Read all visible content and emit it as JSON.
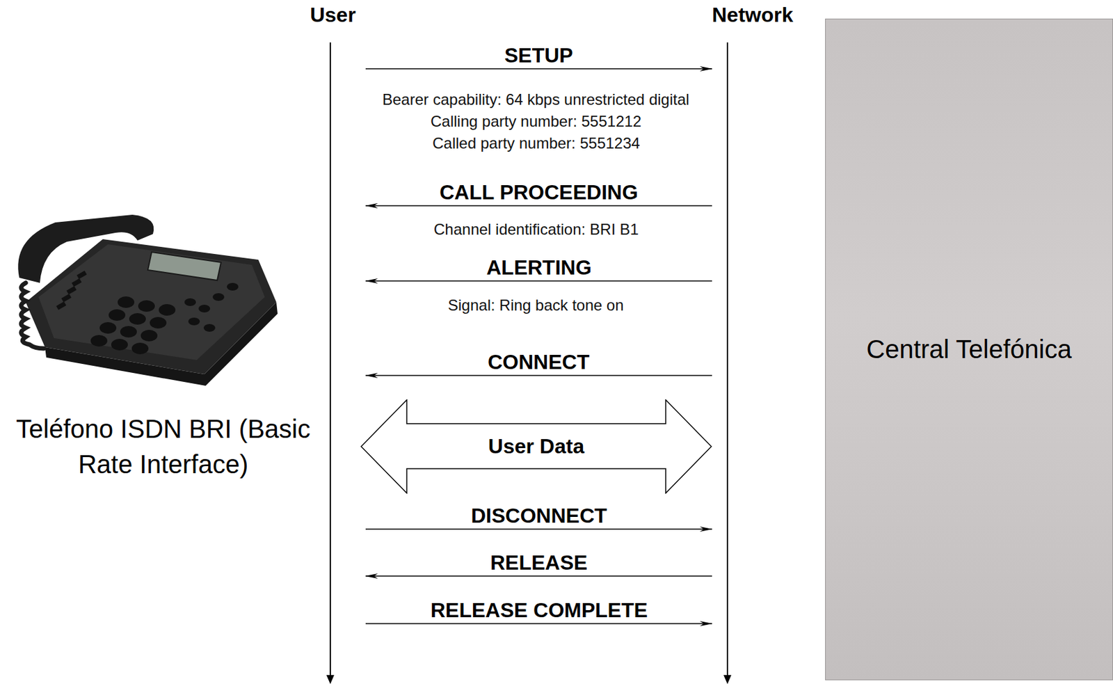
{
  "diagram": {
    "nodes": [
      {
        "text": [
          "User"
        ]
      },
      {
        "text": [
          "Network"
        ]
      },
      {
        "text": [
          "User Data"
        ]
      },
      {
        "text": [
          "Central Telefónica"
        ]
      }
    ],
    "edges": [
      {
        "from": 0,
        "to": 1,
        "label": "SETUP",
        "arrow": "to"
      },
      {
        "from": 1,
        "to": 0,
        "label": "CALL PROCEEDING",
        "arrow": "to"
      },
      {
        "from": 1,
        "to": 0,
        "label": "ALERTING",
        "arrow": "to"
      },
      {
        "from": 1,
        "to": 0,
        "label": "CONNECT",
        "arrow": "to"
      },
      {
        "from": 0,
        "to": 1,
        "label": "DISCONNECT",
        "arrow": "to"
      },
      {
        "from": 1,
        "to": 0,
        "label": "RELEASE",
        "arrow": "to"
      },
      {
        "from": 0,
        "to": 1,
        "label": "RELEASE COMPLETE",
        "arrow": "to"
      }
    ],
    "labels": [
      "Bearer capability: 64 kbps unrestricted digital",
      "Calling party number: 5551212",
      "Called party number: 5551234",
      "Channel identification: BRI B1",
      "Signal: Ring back tone on",
      "Teléfono ISDN BRI (Basic Rate Interface)"
    ]
  }
}
